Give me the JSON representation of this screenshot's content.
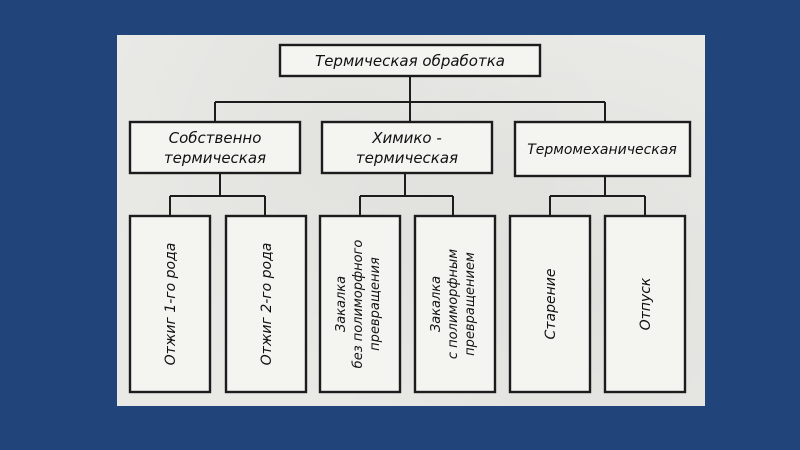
{
  "diagram": {
    "root": "Термическая обработка",
    "categories": [
      {
        "lines": [
          "Собственно",
          "термическая"
        ]
      },
      {
        "lines": [
          "Химико -",
          "термическая"
        ]
      },
      {
        "lines": [
          "Термомеханическая"
        ]
      }
    ],
    "leaves": [
      {
        "lines": [
          "Отжиг 1-го рода"
        ]
      },
      {
        "lines": [
          "Отжиг 2-го рода"
        ]
      },
      {
        "lines": [
          "Закалка",
          "без полиморфного",
          "превращения"
        ]
      },
      {
        "lines": [
          "Закалка",
          "с полиморфным",
          "превращением"
        ]
      },
      {
        "lines": [
          "Старение"
        ]
      },
      {
        "lines": [
          "Отпуск"
        ]
      }
    ]
  },
  "colors": {
    "background": "#21457a",
    "paper": "#e9e9e6",
    "ink": "#1c1c1c"
  }
}
